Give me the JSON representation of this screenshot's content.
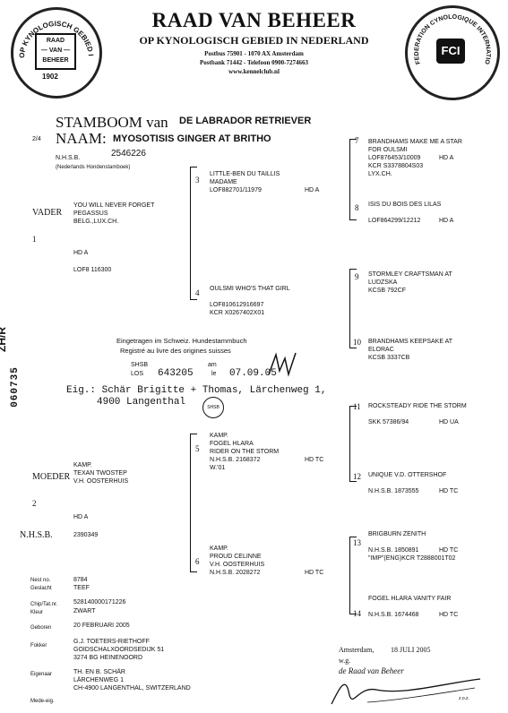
{
  "header": {
    "title": "RAAD VAN BEHEER",
    "subtitle": "OP KYNOLOGISCH GEBIED IN NEDERLAND",
    "address1": "Postbus 75901 - 1070 AX Amsterdam",
    "address2": "Postbank 71442 - Telefoon 0900-7274663",
    "website": "www.kennelclub.nl"
  },
  "left_seal": {
    "ring_text": "OP KYNOLOGISCH GEBIED IN NEDERLAND",
    "center": "RAAD\n— VAN —\nBEHEER",
    "year": "1902"
  },
  "right_seal": {
    "ring_text": "FEDERATION CYNOLOGIQUE INTERNATIONALE",
    "center": "FCI"
  },
  "doc": {
    "stamboom_label": "STAMBOOM van",
    "breed": "DE LABRADOR RETRIEVER",
    "page_marker": "2/4",
    "naam_label": "NAAM:",
    "dog_name": "MYOSOTISIS GINGER AT BRITHO",
    "nhsb_label": "N.H.S.B.",
    "nhsb_number": "2546226",
    "nhsb_note": "(Nederlands Hondenstamboek)"
  },
  "side_stamp": {
    "zhr": "ZH/R",
    "number": "060735"
  },
  "vader": {
    "label": "VADER",
    "num": "1",
    "name": "YOU WILL NEVER FORGET\nPEGASSUS\nBELG.,LUX.CH.",
    "hd": "HD A",
    "reg": "LOF8 116300"
  },
  "moeder": {
    "label": "MOEDER",
    "num": "2",
    "name": "KAMP.\nTEXAN TWOSTEP\nV.H. OOSTERHUIS",
    "hd": "HD A",
    "nhsb_label": "N.H.S.B.",
    "reg": "2390349"
  },
  "gen2": [
    {
      "num": "3",
      "text": "LITTLE-BEN DU TAILLIS\nMADAME\nLOF882701/11979",
      "hd": "HD A"
    },
    {
      "num": "4",
      "text": "OULSMI WHO'S THAT GIRL\n\nLOF810612916697\nKCR X0267402X01",
      "hd": ""
    },
    {
      "num": "5",
      "text": "KAMP.\nFOGEL HLARA\nRIDER ON THE STORM\nN.H.S.B. 2168372\nW.'01",
      "hd": "HD TC"
    },
    {
      "num": "6",
      "text": "KAMP.\nPROUD CELINNE\nV.H. OOSTERHUIS\nN.H.S.B. 2028272",
      "hd": "HD TC"
    }
  ],
  "gen3": [
    {
      "num": "7",
      "text": "BRANDHAMS MAKE ME A STAR\nFOR OULSMI\nLOF876453/10009\nKCR S3378804S03\nLYX.CH.",
      "hd": "HD A"
    },
    {
      "num": "8",
      "text": "ISIS DU BOIS DES LILAS\n\nLOF864299/12212",
      "hd": "HD A"
    },
    {
      "num": "9",
      "text": "STORMLEY CRAFTSMAN AT\nLUDZSKA\nKCSB 792CF",
      "hd": ""
    },
    {
      "num": "10",
      "text": "BRANDHAMS KEEPSAKE AT\nELORAC\nKCSB 3337CB",
      "hd": ""
    },
    {
      "num": "11",
      "text": "ROCKSTEADY RIDE THE STORM\n\nSKK 57386/94",
      "hd": "HD UA"
    },
    {
      "num": "12",
      "text": "UNIQUE V.D. OTTERSHOF\n\nN.H.S.B. 1873555",
      "hd": "HD TC"
    },
    {
      "num": "13",
      "text": "BRIGBURN ZENITH\n\nN.H.S.B. 1850891\n\"IMP\"(ENG)KCR T2888001T02",
      "hd": "HD TC"
    },
    {
      "num": "14",
      "text": "FOGEL HLARA VANITY FAIR\n\nN.H.S.B. 1674468",
      "hd": "HD TC"
    }
  ],
  "swiss_stamp": {
    "line1": "Eingetragen im Schweiz. Hundestammbuch",
    "line2": "Registré au livre des origines suisses",
    "shsb": "SHSB",
    "los": "LOS",
    "los_number": "643205",
    "am": "am",
    "le": "le",
    "date": "07.09.05",
    "owner_line1": "Eig.: Schär Brigitte + Thomas, Lärchenweg 1,",
    "owner_line2": "4900 Langenthal",
    "seal_text": "SHSB"
  },
  "details": [
    {
      "label": "Nest no.",
      "value": "8784"
    },
    {
      "label": "Geslacht",
      "value": "TEEF"
    },
    {
      "label": "Chip/Tat.nr.",
      "value": "528140000171226"
    },
    {
      "label": "Kleur",
      "value": "ZWART"
    },
    {
      "label": "Geboren",
      "value": "20 FEBRUARI 2005"
    },
    {
      "label": "Fokker",
      "value": "G.J. TOETERS-RIETHOFF\nGOIDSCHALXOORDSEDIJK 51\n3274 BG  HEINENOORD"
    },
    {
      "label": "Eigenaar",
      "value": "TH. EN B. SCHÄR\nLÄRCHENWEG 1\nCH-4900  LANGENTHAL, SWITZERLAND"
    },
    {
      "label": "Mede-eig.",
      "value": ""
    }
  ],
  "signature": {
    "place": "Amsterdam,",
    "date": "18 JULI 2005",
    "wg": "w.g.",
    "signer": "de Raad van Beheer",
    "initials": "z.o.z."
  }
}
